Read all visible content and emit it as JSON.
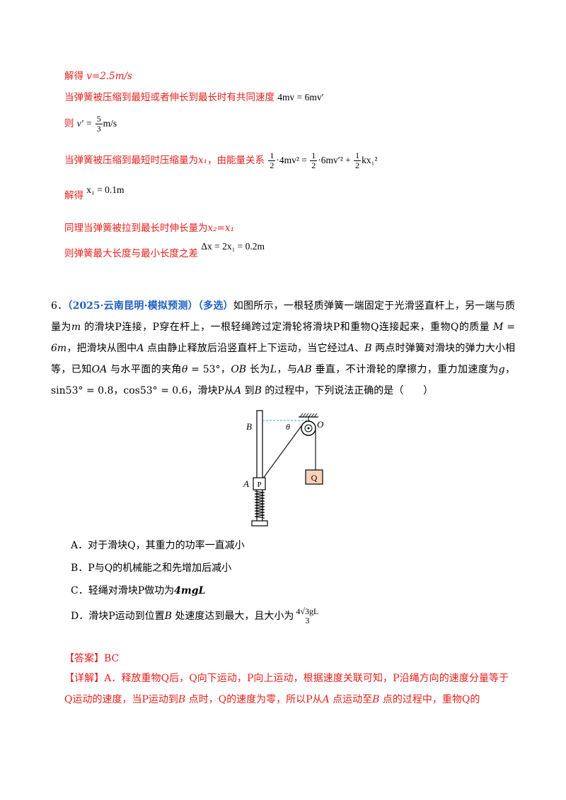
{
  "solution_lines": {
    "l1_prefix": "解得 ",
    "l1_value": "v=2.5m/s",
    "l2_text": "当弹簧被压缩到最短或者伸长到最长时有共同速度",
    "l2_eq": "4mv = 6mv′",
    "l3_prefix": "则",
    "l3_eq_lhs": "v′ = ",
    "l3_frac_n": "5",
    "l3_frac_d": "3",
    "l3_unit": "m/s",
    "l4_text": "当弹簧被压缩到最短时压缩量为",
    "l4_var": "x₁",
    "l4_text2": "，由能量关系",
    "l4_eq_a": "·4mv² = ",
    "l4_eq_b": "·6mv′² + ",
    "l4_eq_c": "kx₁²",
    "half_n": "1",
    "half_d": "2",
    "l5_prefix": "解得",
    "l5_eq": "x₁ = 0.1m",
    "l6_text": "同理当弹簧被拉到最长时伸长量为",
    "l6_var": "x₂=x₁",
    "l7_text": "则弹簧最大长度与最小长度之差",
    "l7_eq": "Δx = 2x₁ = 0.2m"
  },
  "question": {
    "number": "6．",
    "source": "（2025·云南昆明·模拟预测）",
    "type": "（多选）",
    "text_1": "如图所示，一根轻质弹簧一端固定于光滑竖直杆上，另一端与质量为",
    "m": "m",
    "text_2": " 的滑块P连接，P穿在杆上，一根轻绳跨过定滑轮将滑块P和重物Q连接起来，重物Q的质量",
    "M_eq": " M = 6m",
    "text_3": "，把滑块从图中",
    "A": "A",
    "text_4": " 点由静止释放后沿竖直杆上下运动，当它经过",
    "A2": "A",
    "text_5": "、",
    "B": "B",
    "text_6": " 两点时弹簧对滑块的弹力大小相等，已知",
    "OA": "OA",
    "text_7": " 与水平面的夹角",
    "theta": "θ",
    "text_8": " = 53°，",
    "OB": "OB",
    "text_9": " 长为",
    "L": "L",
    "text_10": "，与",
    "AB": "AB",
    "text_11": " 垂直，不计滑轮的摩擦力，重力加速度为",
    "g": "g",
    "text_12": "，sin53° = 0.8，cos53° = 0.6，滑块P从",
    "A3": "A",
    "text_13": " 到",
    "B2": "B",
    "text_14": " 的过程中，下列说法正确的是（　　）"
  },
  "figure": {
    "label_B": "B",
    "label_theta": "θ",
    "label_O": "O",
    "label_A": "A",
    "label_P": "P",
    "label_Q": "Q"
  },
  "options": {
    "A": "A．对于滑块Q，其重力的功率一直减小",
    "B": "B．P与Q的机械能之和先增加后减小",
    "C_pre": "C．轻绳对滑块P做功为",
    "C_val": "4mgL",
    "D_pre": "D．滑块P运动到位置",
    "D_B": "B",
    "D_mid": " 处速度达到最大，且大小为",
    "D_frac_n": "4√3gL",
    "D_frac_d": "3"
  },
  "answer": {
    "label": "【答案】",
    "value": "BC"
  },
  "detail": {
    "label": "【详解】",
    "text": "A．释放重物Q后，Q向下运动，P向上运动，根据速度关联可知，P沿绳方向的速度分量等于Q运动的速度，当P运动到",
    "B": "B",
    "text2": " 点时，Q的速度为零，所以P从",
    "A": "A",
    "text3": " 点运动至",
    "B2": "B",
    "text4": " 点的过程中，重物Q的"
  }
}
